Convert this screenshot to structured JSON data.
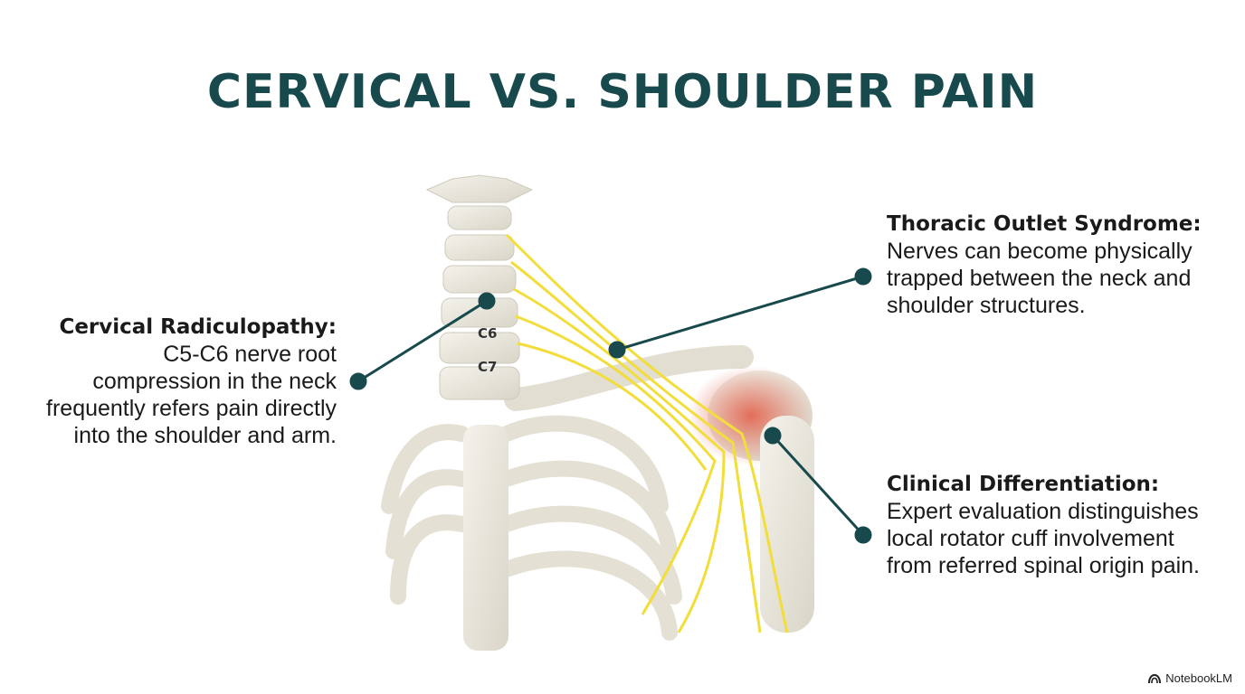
{
  "title": "CERVICAL VS. SHOULDER PAIN",
  "vertebra_labels": {
    "c6": "C6",
    "c7": "C7"
  },
  "callouts": {
    "cervical": {
      "heading": "Cervical Radiculopathy:",
      "body": "C5-C6 nerve root compression in the neck frequently refers pain directly into the shoulder and arm."
    },
    "thoracic": {
      "heading": "Thoracic Outlet Syndrome:",
      "body": "Nerves can become physically trapped between the neck and shoulder structures."
    },
    "clinical": {
      "heading": "Clinical Differentiation:",
      "body": "Expert evaluation distinguishes local rotator cuff involvement from referred spinal origin pain."
    }
  },
  "brand": {
    "label": "NotebookLM",
    "icon": "notebooklm-logo-icon"
  },
  "colors": {
    "title": "#17494d",
    "leader": "#17494d",
    "nerve": "#f2dd3a",
    "bone": "#ece9e0",
    "inflammation": "#e05a44"
  }
}
